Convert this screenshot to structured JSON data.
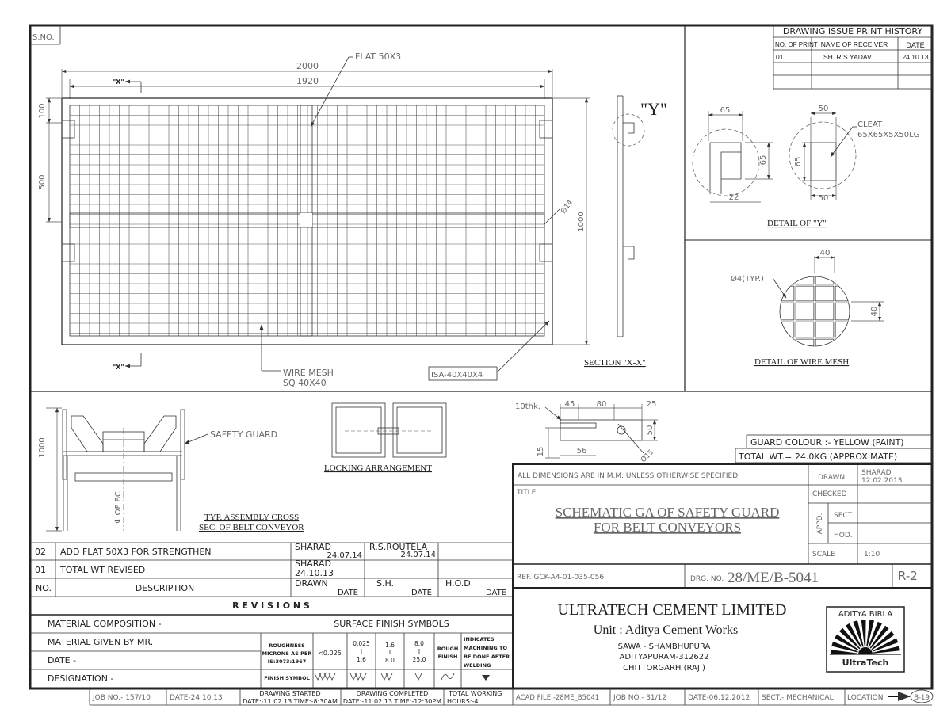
{
  "header": {
    "sno": "S.NO."
  },
  "print_history": {
    "title": "DRAWING ISSUE PRINT HISTORY",
    "col_print": "NO. OF PRINT",
    "col_receiver": "NAME OF RECEIVER",
    "col_date": "DATE",
    "row1": {
      "no": "01",
      "name": "SH. R.S.YADAV",
      "date": "24.10.13"
    }
  },
  "main_view": {
    "dim_2000": "2000",
    "dim_1920": "1920",
    "x_marker": "\"X\"",
    "flat_label": "FLAT 50X3",
    "dim_100": "100",
    "dim_500": "500",
    "dim_1000": "1000",
    "phi14": "Ø14",
    "wire_mesh_1": "WIRE MESH",
    "wire_mesh_2": "SQ 40X40",
    "isa_label": "ISA-40X40X4",
    "section_xx": "SECTION \"X-X\"",
    "y_marker": "\"Y\""
  },
  "detail_y": {
    "dim_65": "65",
    "dim_65v": "65",
    "dim_22": "22",
    "dim_50a": "50",
    "dim_50b": "50",
    "dim_65c": "65",
    "cleat_1": "CLEAT",
    "cleat_2": "65X65X5X50LG",
    "title": "DETAIL OF \"Y\""
  },
  "detail_mesh": {
    "dim_40a": "40",
    "dim_40b": "40",
    "phi4": "Ø4(TYP.)",
    "title": "DETAIL OF  WIRE MESH"
  },
  "assembly": {
    "dim_1000": "1000",
    "safety_guard": "SAFETY GUARD",
    "cl_bc": "℄ OF BC",
    "title_1": "TYP. ASSEMBLY CROSS",
    "title_2": "SEC. OF BELT CONVEYOR"
  },
  "locking": {
    "title": "LOCKING ARRANGEMENT"
  },
  "plate_detail": {
    "thk": "10thk.",
    "d45": "45",
    "d80": "80",
    "d25": "25",
    "d50": "50",
    "d15": "15",
    "d56": "56",
    "phi15": "Ø15"
  },
  "notes": {
    "guard_colour": "GUARD COLOUR :- YELLOW (PAINT)",
    "total_wt": "TOTAL WT.= 24.0KG (APPROXIMATE)"
  },
  "title_block": {
    "all_dims": "ALL DIMENSIONS ARE IN M.M. UNLESS OTHERWISE SPECIFIED",
    "title_label": "TITLE",
    "title_1": "SCHEMATIC GA OF SAFETY GUARD",
    "title_2": "FOR BELT CONVEYORS",
    "drawn": "DRAWN",
    "drawn_name": "SHARAD",
    "drawn_date": "12.02.2013",
    "checked": "CHECKED",
    "appd": "APPD.",
    "sect": "SECT.",
    "hod": "HOD.",
    "scale": "SCALE",
    "scale_val": "1:10",
    "ref": "REF. GCK-A4-01-035-056",
    "drg_label": "DRG. NO.",
    "drg_no": "28/ME/B-5041",
    "rev": "R-2",
    "company": "ULTRATECH CEMENT LIMITED",
    "unit": "Unit : Aditya Cement Works",
    "addr1": "SAWA - SHAMBHUPURA",
    "addr2": "ADITYAPURAM-312622",
    "addr3": "CHITTORGARH (RAJ.)",
    "logo_top": "ADITYA BIRLA",
    "logo_bottom": "UltraTech"
  },
  "revisions": {
    "rows": [
      {
        "no": "02",
        "desc": "ADD FLAT 50X3 FOR STRENGTHEN",
        "drawn": "SHARAD",
        "drawn_date": "24.07.14",
        "sh": "R.S.ROUTELA",
        "sh_date": "24.07.14"
      },
      {
        "no": "01",
        "desc": "TOTAL WT REVISED",
        "drawn": "SHARAD",
        "drawn_date": "24.10.13"
      }
    ],
    "h_no": "NO.",
    "h_desc": "DESCRIPTION",
    "h_drawn": "DRAWN",
    "h_sh": "S.H.",
    "h_hod": "H.O.D.",
    "h_date": "DATE",
    "title": "R E V I S I O N S"
  },
  "material": {
    "composition": "MATERIAL COMPOSITION -",
    "given_by": "MATERIAL GIVEN BY MR.",
    "date": "DATE -",
    "designation": "DESIGNATION -"
  },
  "surface_finish": {
    "title": "SURFACE FINISH SYMBOLS",
    "roughness_1": "ROUGHNESS",
    "roughness_2": "MICRONS AS PER",
    "roughness_3": "IS:3073:1967",
    "c1": "<0.025",
    "c2a": "0.025",
    "c2b": "I",
    "c2c": "1.6",
    "c3a": "1.6",
    "c3b": "I",
    "c3c": "8.0",
    "c4a": "8.0",
    "c4b": "I",
    "c4c": "25.0",
    "rough_1": "ROUGH",
    "rough_2": "FINISH",
    "ind_1": "INDICATES",
    "ind_2": "MACHINING TO",
    "ind_3": "BE DONE AFTER",
    "ind_4": "WELDING",
    "finish_symbol": "FINISH SYMBOL"
  },
  "footer": {
    "job_no": "JOB NO.- 157/10",
    "date": "DATE-24.10.13",
    "started_1": "DRAWING STARTED",
    "started_2": "DATE:-11.02.13 TIME:-8:30AM",
    "completed_1": "DRAWING COMPLETED",
    "completed_2": "DATE:-11.02.13 TIME:-12:30PM",
    "working_1": "TOTAL WORKING",
    "working_2": "HOURS:-4",
    "acad": "ACAD FILE -28ME_B5041",
    "job2": "JOB NO.- 31/12",
    "date2": "DATE-06.12.2012",
    "sect": "SECT.- MECHANICAL",
    "location": "LOCATION",
    "loc_val": "B-19"
  }
}
